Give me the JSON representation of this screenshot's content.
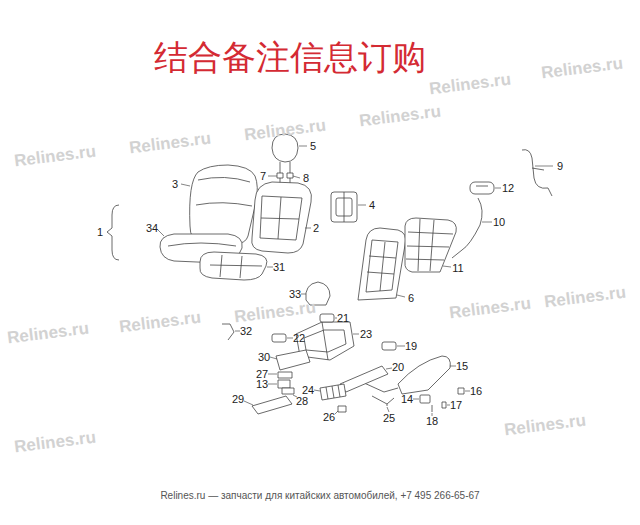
{
  "diagram": {
    "title": "结合备注信息订购",
    "labels": [
      "Relines.ru",
      "Relines.ru",
      "Relines.ru",
      "Relines.ru",
      "Relines.ru",
      "Relines.ru",
      "Relines.ru",
      "Relines.ru",
      "Relines.ru",
      "Relines.ru",
      "Relines.ru",
      "Relines.ru",
      "Relines.ru",
      "1",
      "2",
      "3",
      "4",
      "5",
      "6",
      "7",
      "8",
      "9",
      "10",
      "11",
      "12",
      "13",
      "14",
      "15",
      "16",
      "17",
      "18",
      "19",
      "20",
      "21",
      "22",
      "23",
      "24",
      "25",
      "26",
      "27",
      "28",
      "29",
      "30",
      "31",
      "32",
      "33",
      "34",
      "Relines.ru — запчасти для китайских автомобилей, +7 495 266-65-67"
    ]
  }
}
